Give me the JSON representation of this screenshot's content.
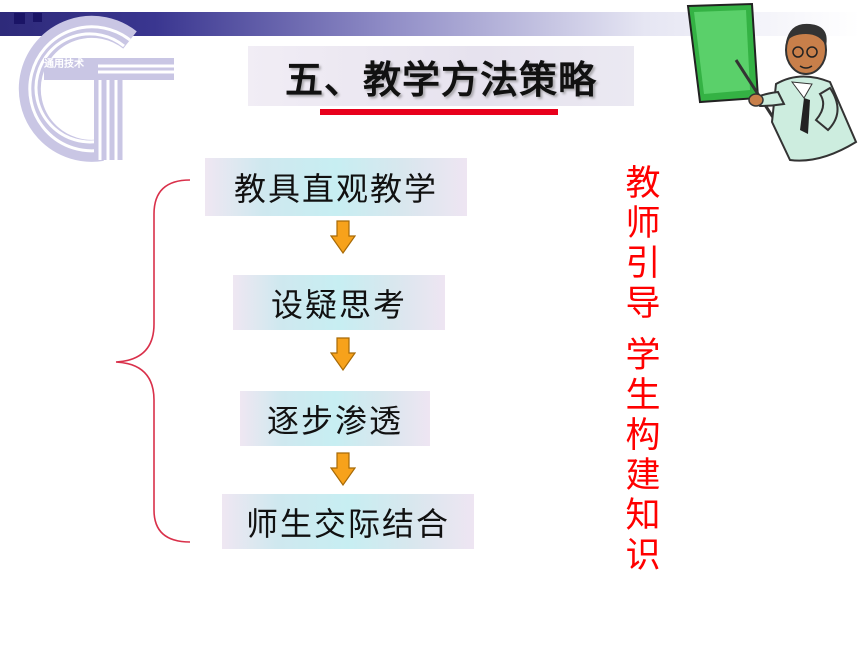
{
  "slide": {
    "title": "五、教学方法策略",
    "logo_text": "通用技术",
    "flow_steps": [
      "教具直观教学",
      "设疑思考",
      "逐步渗透",
      "师生交际结合"
    ],
    "side_text_1": [
      "教",
      "师",
      "引",
      "导"
    ],
    "side_text_2": [
      "学",
      "生",
      "构",
      "建",
      "知",
      "识"
    ]
  },
  "colors": {
    "title_underline": "#e8001c",
    "side_text": "#ff0000",
    "arrow_fill": "#f7a21b",
    "brace": "#d9304a"
  },
  "icons": {
    "logo": "gt-logo-icon",
    "teacher": "teacher-pointing-icon",
    "arrow": "arrow-down-icon"
  }
}
